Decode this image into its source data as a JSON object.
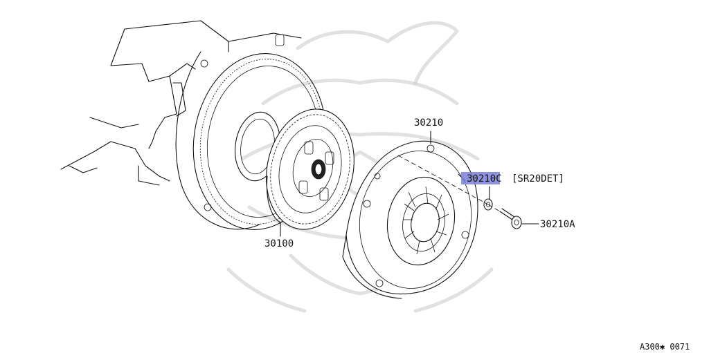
{
  "diagram": {
    "callouts": {
      "pressure_plate": "30210",
      "clutch_disc": "30100",
      "highlighted_part": "30210C",
      "engine_spec": "[SR20DET]",
      "bolt": "30210A"
    },
    "figure_code": "A300✱ 0071",
    "colors": {
      "highlight": "#7b7fd6",
      "line": "#111111",
      "watermark": "#c9c9c9"
    }
  }
}
